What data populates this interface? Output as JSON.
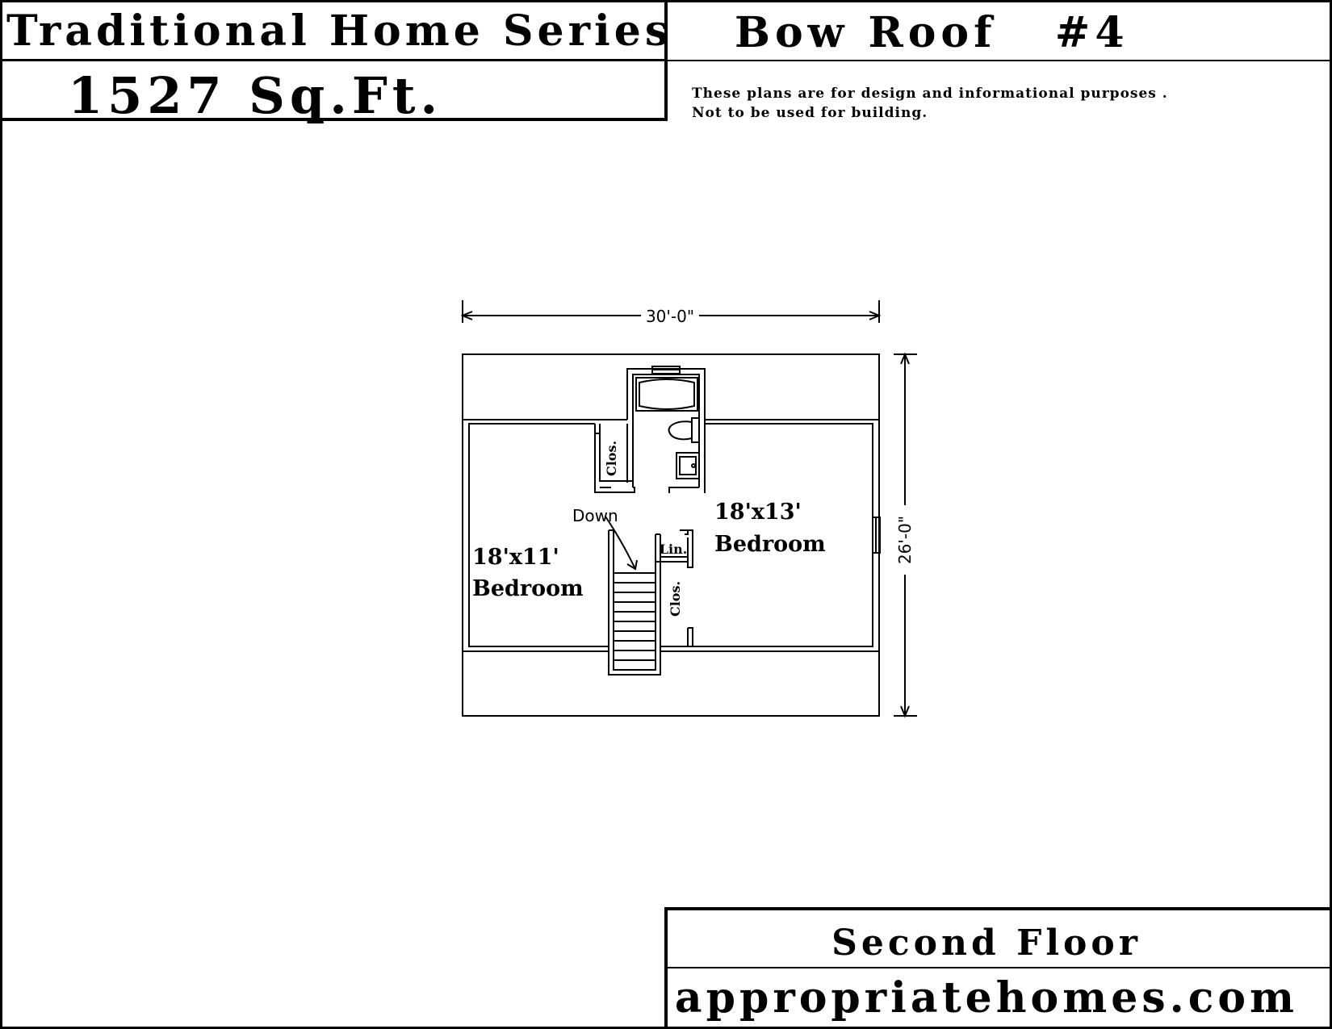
{
  "header": {
    "series_title": "Traditional Home Series",
    "square_feet": "1527 Sq.Ft.",
    "plan_name": "Bow Roof   #4",
    "disclaimer_line1": "These plans are for design and informational purposes .",
    "disclaimer_line2": "Not to be used for building."
  },
  "plan": {
    "dim_width": "30'-0\"",
    "dim_depth": "26'-0\"",
    "stair_label": "Down",
    "rooms": [
      {
        "size": "18'x11'",
        "name": "Bedroom"
      },
      {
        "size": "18'x13'",
        "name": "Bedroom"
      }
    ],
    "closet_label": "Clos.",
    "linen_label": "Lin."
  },
  "footer": {
    "floor_label": "Second Floor",
    "website": "appropriatehomes.com"
  }
}
